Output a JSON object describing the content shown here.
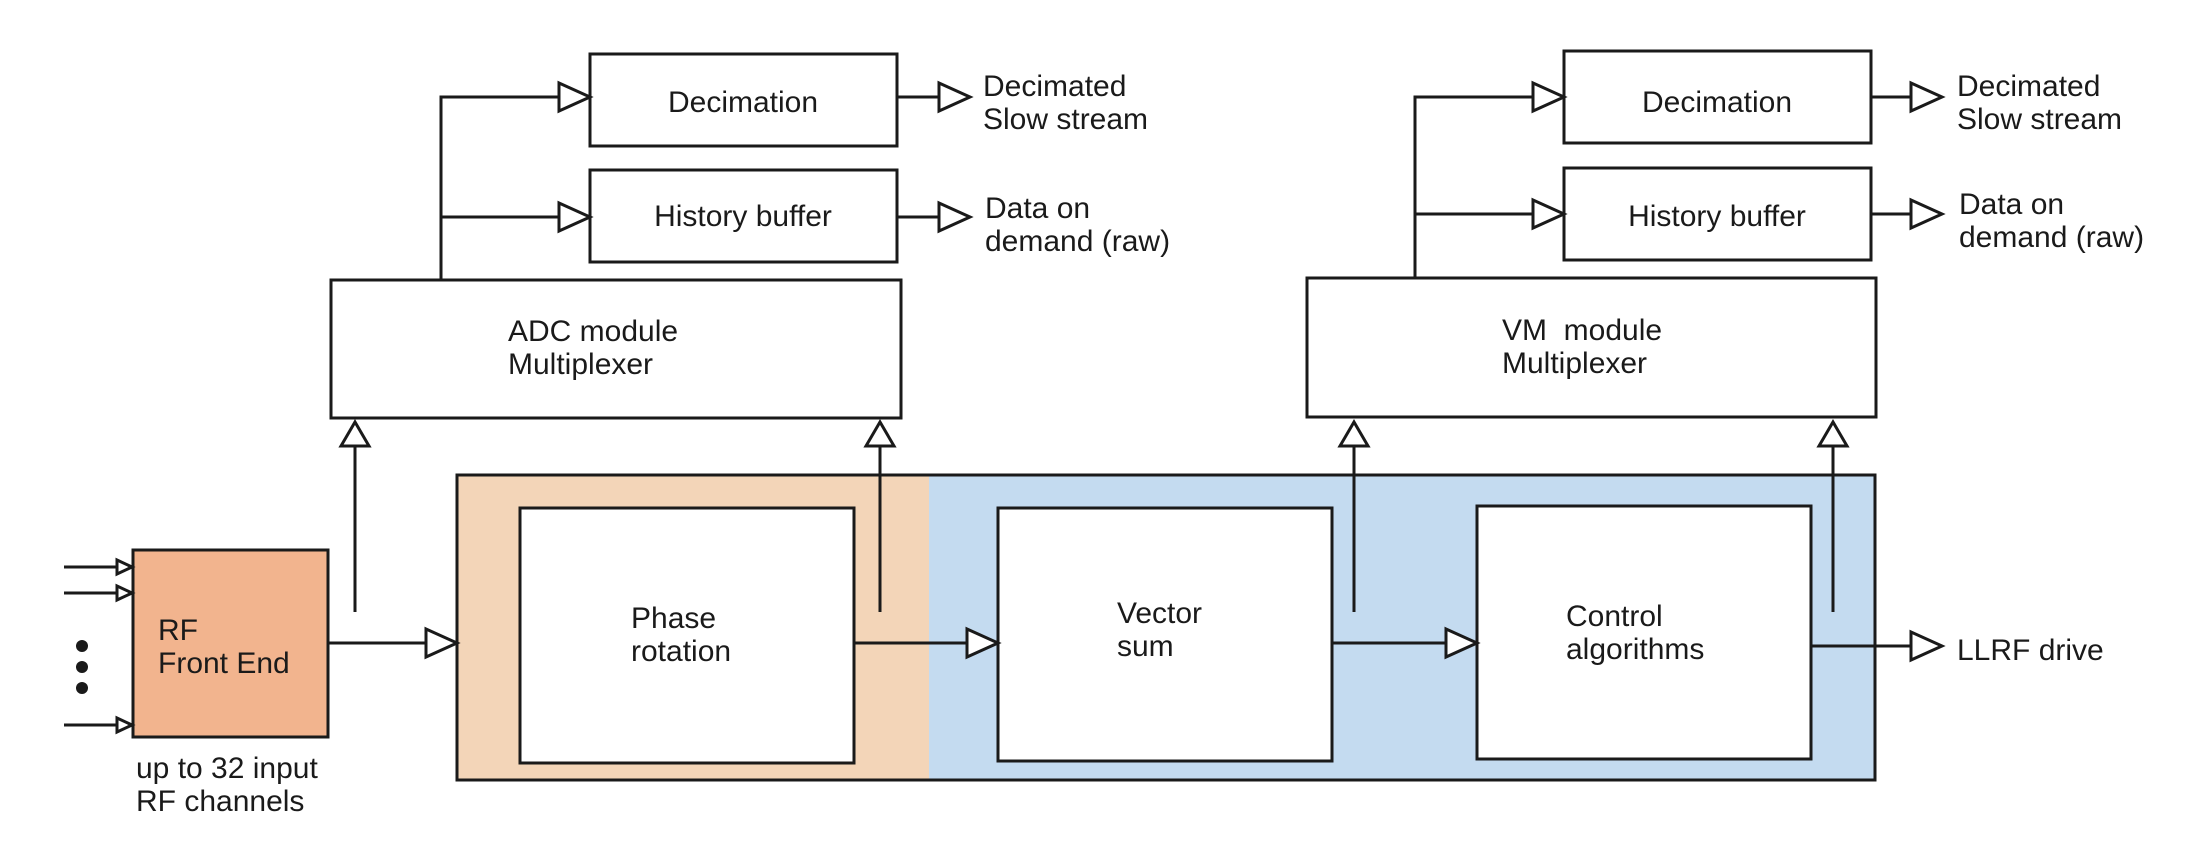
{
  "colors": {
    "rf_front_end": "#f2b48e",
    "adc_region": "#f3d5b8",
    "vm_region": "#c4dbf0",
    "stroke": "#1a1a1a"
  },
  "blocks": {
    "rf_front_end": [
      "RF",
      "Front End"
    ],
    "input_caption": [
      "up to 32 input",
      "RF channels"
    ],
    "phase_rotation": [
      "Phase",
      "rotation"
    ],
    "vector_sum": [
      "Vector",
      "sum"
    ],
    "control_algorithms": [
      "Control",
      "algorithms"
    ],
    "adc_multiplexer": [
      "ADC module",
      "Multiplexer"
    ],
    "vm_multiplexer": [
      "VM  module",
      "Multiplexer"
    ],
    "adc_decimation": "Decimation",
    "adc_history_buffer": "History buffer",
    "vm_decimation": "Decimation",
    "vm_history_buffer": "History buffer"
  },
  "outputs": {
    "adc_decimated": [
      "Decimated",
      "Slow stream"
    ],
    "adc_data_on_demand": [
      "Data on",
      "demand (raw)"
    ],
    "vm_decimated": [
      "Decimated",
      "Slow stream"
    ],
    "vm_data_on_demand": [
      "Data on",
      "demand (raw)"
    ],
    "llrf_drive": "LLRF drive"
  },
  "icons": {
    "ellipsis": "vertical-ellipsis-icon",
    "arrow": "open-triangle-arrow"
  }
}
